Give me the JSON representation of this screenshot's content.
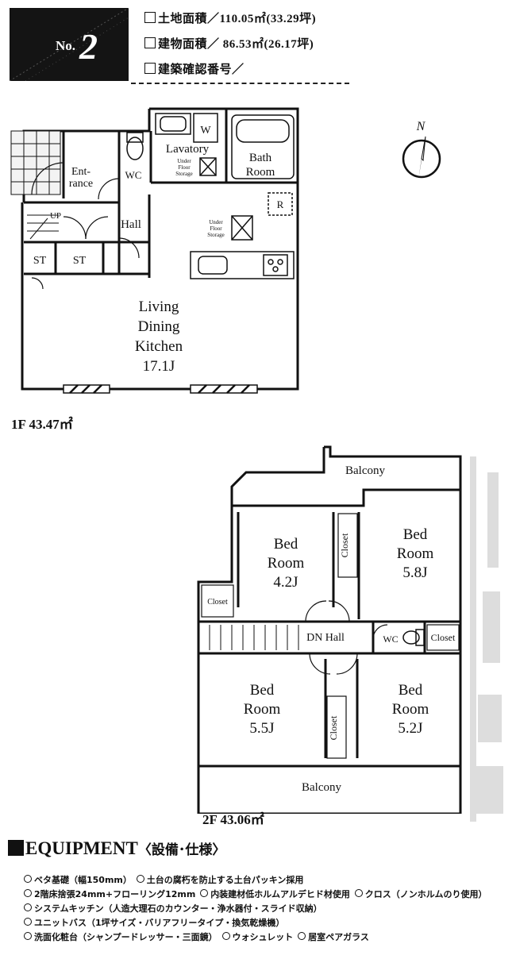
{
  "header": {
    "no_prefix": "No.",
    "no_number": "2",
    "specs": [
      "土地面積／110.05㎡(33.29坪)",
      "建物面積／ 86.53㎡(26.17坪)",
      "建築確認番号／"
    ]
  },
  "floor1": {
    "area_label": "1F 43.47㎡",
    "rooms": {
      "entrance_1": "Ent-",
      "entrance_2": "rance",
      "wc": "WC",
      "lavatory": "Lavatory",
      "w": "W",
      "under_floor_storage_small_1": "Under",
      "under_floor_storage_small_2": "Floor",
      "under_floor_storage_small_3": "Storage",
      "bath_1": "Bath",
      "bath_2": "Room",
      "hall": "Hall",
      "up": "UP",
      "st1": "ST",
      "st2": "ST",
      "r": "R",
      "under_floor_storage_1": "Under",
      "under_floor_storage_2": "Floor",
      "under_floor_storage_3": "Storage",
      "ldk_1": "Living",
      "ldk_2": "Dining",
      "ldk_3": "Kitchen",
      "ldk_4": "17.1J"
    }
  },
  "floor2": {
    "area_label": "2F 43.06㎡",
    "rooms": {
      "balcony_top": "Balcony",
      "bed1_1": "Bed",
      "bed1_2": "Room",
      "bed1_3": "4.2J",
      "bed2_1": "Bed",
      "bed2_2": "Room",
      "bed2_3": "5.8J",
      "bed3_1": "Bed",
      "bed3_2": "Room",
      "bed3_3": "5.5J",
      "bed4_1": "Bed",
      "bed4_2": "Room",
      "bed4_3": "5.2J",
      "closet_a": "Closet",
      "closet_b": "Closet",
      "closet_c": "Closet",
      "closet_d": "Closet",
      "dn_hall": "DN Hall",
      "wc": "WC",
      "balcony_bottom": "Balcony"
    }
  },
  "compass": {
    "label": "N"
  },
  "equipment": {
    "title": "EQUIPMENT",
    "subtitle": "〈設備･仕様〉",
    "rows": [
      [
        "ベタ基礎（幅150mm）",
        "土台の腐朽を防止する土台パッキン採用"
      ],
      [
        "2階床捨張24mm+フローリング12mm",
        "内装建材低ホルムアルデヒド材使用",
        "クロス（ノンホルムのり使用）"
      ],
      [
        "システムキッチン（人造大理石のカウンター・浄水器付・スライド収納）"
      ],
      [
        "ユニットバス（1坪サイズ・バリアフリータイプ・換気乾燥機）"
      ],
      [
        "洗面化粧台（シャンプードレッサー・三面鏡）",
        "ウォシュレット",
        "居室ペアガラス"
      ]
    ]
  }
}
